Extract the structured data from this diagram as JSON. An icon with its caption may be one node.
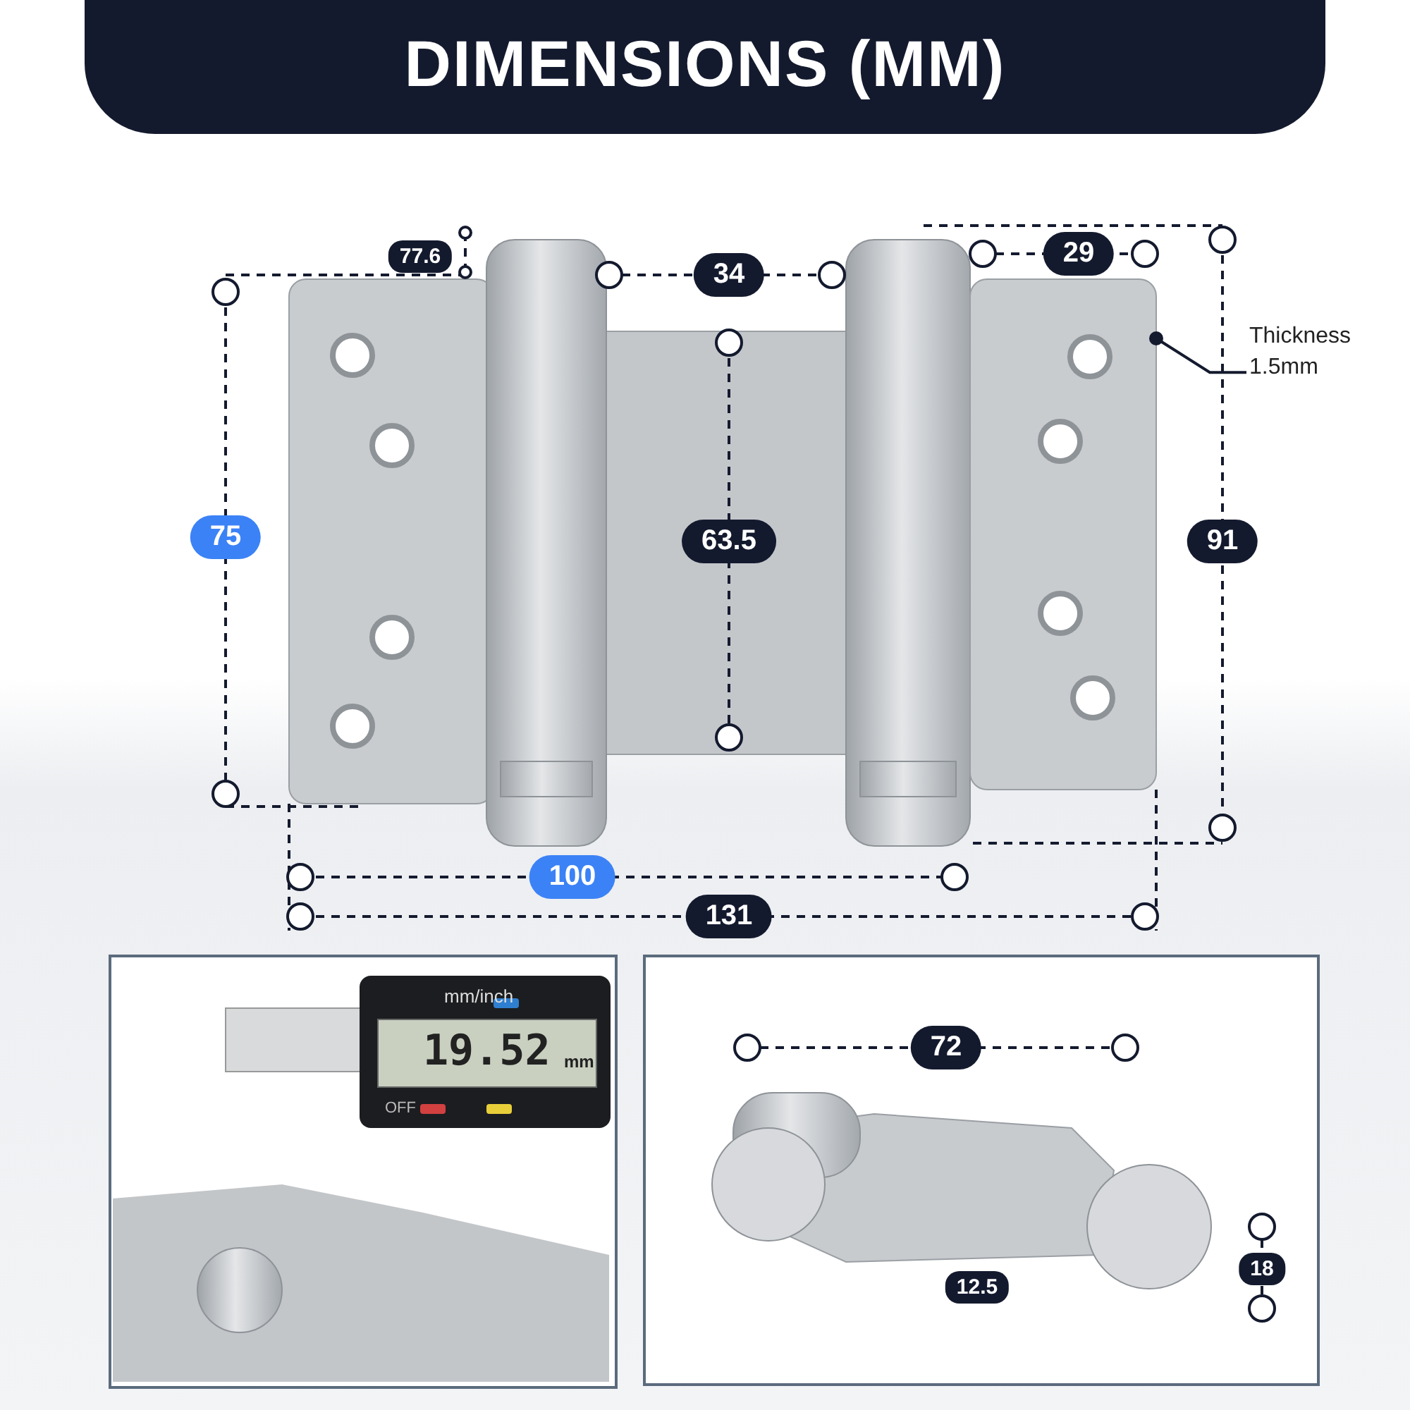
{
  "diagram": {
    "title": "DIMENSIONS (MM)",
    "nodes": [
      {
        "text": [
          "Thickness 1.5mm"
        ]
      },
      {
        "text": [],
        "shape": "picture"
      }
    ],
    "edges": [
      {
        "from": 0,
        "to": 1,
        "arrow": "other"
      }
    ],
    "labels": [
      "77.6",
      "34",
      "29",
      "75",
      "63.5",
      "91",
      "100",
      "131",
      "mm/inch",
      "19.52",
      "mm",
      "OFF",
      "72",
      "18",
      "12.5"
    ]
  }
}
